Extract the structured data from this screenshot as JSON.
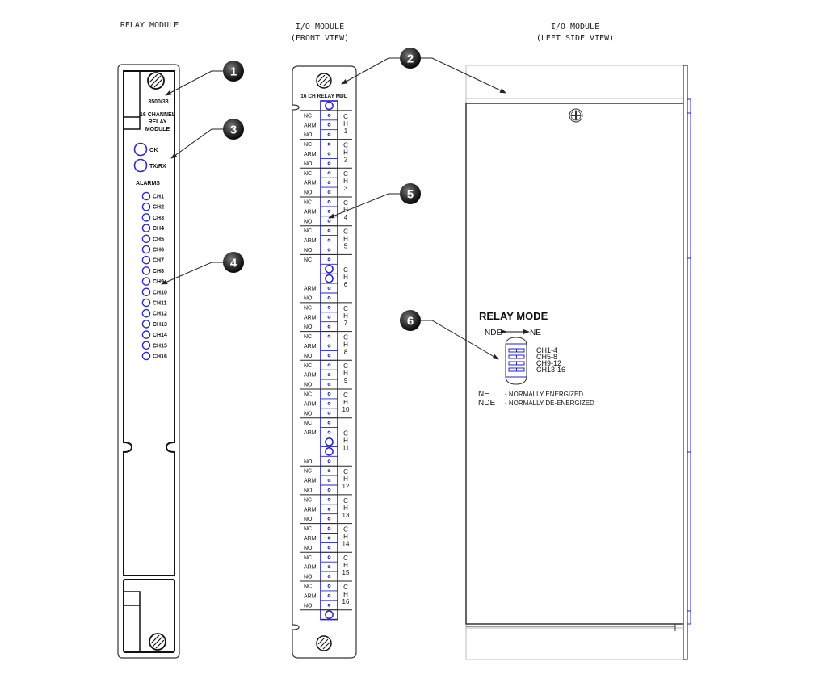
{
  "titles": {
    "relay_module": "RELAY MODULE",
    "io_front_1": "I/O MODULE",
    "io_front_2": "(FRONT VIEW)",
    "io_side_1": "I/O MODULE",
    "io_side_2": "(LEFT SIDE VIEW)"
  },
  "callouts": [
    "1",
    "2",
    "3",
    "4",
    "5",
    "6"
  ],
  "relay_module": {
    "model": "3500/33",
    "name_1": "16 CHANNEL",
    "name_2": "RELAY",
    "name_3": "MODULE",
    "ok": "OK",
    "txrx": "TX/RX",
    "alarms": "ALARMS",
    "channels": [
      "CH1",
      "CH2",
      "CH3",
      "CH4",
      "CH5",
      "CH6",
      "CH7",
      "CH8",
      "CH9",
      "CH10",
      "CH11",
      "CH12",
      "CH13",
      "CH14",
      "CH15",
      "CH16"
    ],
    "led_color": "#2a2ad0"
  },
  "io_front": {
    "header": "16 CH RELAY MDL",
    "contacts": [
      "NC",
      "ARM",
      "NO"
    ],
    "channel_prefix": [
      "C",
      "H"
    ],
    "channels": [
      "1",
      "2",
      "3",
      "4",
      "5",
      "6",
      "7",
      "8",
      "9",
      "10",
      "11",
      "12",
      "13",
      "14",
      "15",
      "16"
    ],
    "terminal_color": "#2020d0"
  },
  "relay_mode": {
    "title": "RELAY MODE",
    "nde": "NDE",
    "ne": "NE",
    "groups": [
      "CH1-4",
      "CH5-8",
      "CH9-12",
      "CH13-16"
    ],
    "legend": [
      {
        "abbr": "NE",
        "desc": "-  NORMALLY ENERGIZED"
      },
      {
        "abbr": "NDE",
        "desc": "-  NORMALLY DE-ENERGIZED"
      }
    ]
  }
}
